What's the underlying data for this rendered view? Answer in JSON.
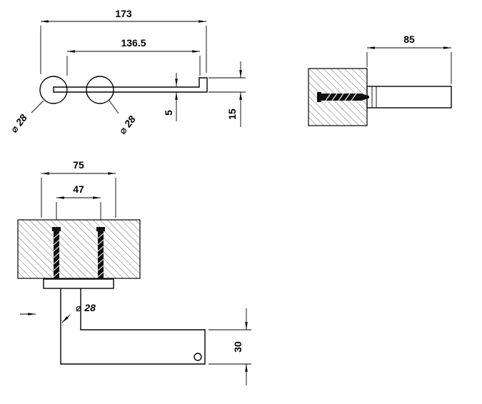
{
  "drawing": {
    "front_view": {
      "overall_width": "173",
      "center_width": "136.5",
      "bar_thickness": "5",
      "end_height": "15",
      "left_diameter": "⌀ 28",
      "right_diameter": "⌀ 28"
    },
    "side_view": {
      "projection_depth": "85"
    },
    "plan_view": {
      "plate_width": "75",
      "hole_spacing": "47",
      "post_diameter": "⌀ 28",
      "arm_depth": "30"
    }
  }
}
